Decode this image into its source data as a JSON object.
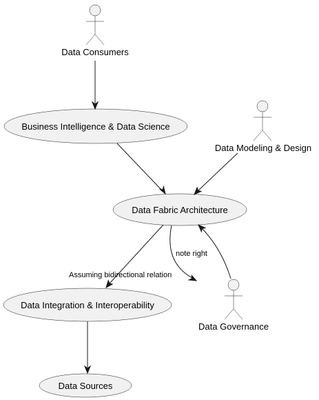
{
  "use_cases": {
    "bi_ds": "Business Intelligence & Data Science",
    "fabric": "Data Fabric Architecture",
    "integration": "Data Integration & Interoperability",
    "sources": "Data Sources"
  },
  "actors": {
    "consumers": "Data Consumers",
    "modeling": "Data Modeling & Design",
    "governance": "Data Governance"
  },
  "edge_labels": {
    "note": "note right",
    "bidirectional": "Assuming bidirectional relation"
  },
  "colors": {
    "ellipse_fill": "#f1f1f1",
    "stroke": "#181818",
    "text": "#000000",
    "background": "#ffffff"
  }
}
